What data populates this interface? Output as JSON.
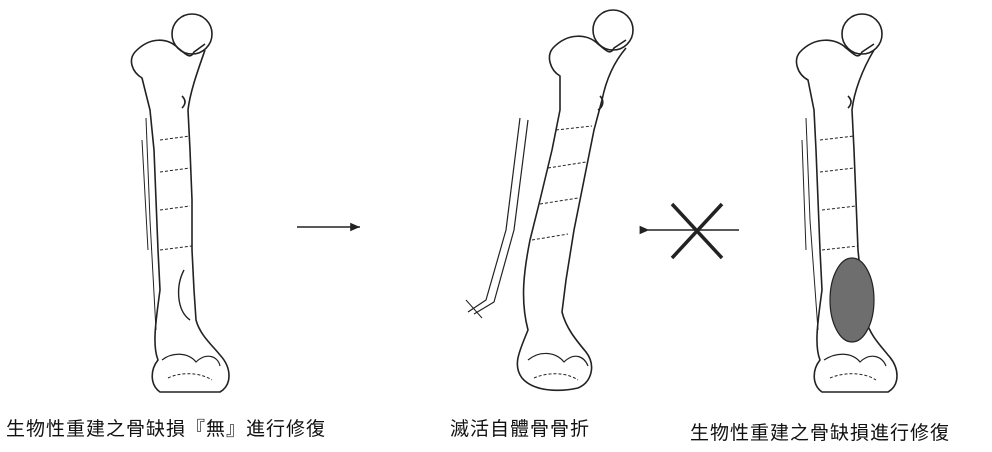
{
  "captions": {
    "left": "生物性重建之骨缺損『無』進行修復",
    "middle": "滅活自體骨骨折",
    "right": "生物性重建之骨缺損進行修復"
  },
  "colors": {
    "line": "#222222",
    "defect_fill": "#6e6e6e",
    "background": "#ffffff"
  },
  "icons": [
    "femur-bone",
    "right-arrow",
    "left-arrow-crossed"
  ]
}
